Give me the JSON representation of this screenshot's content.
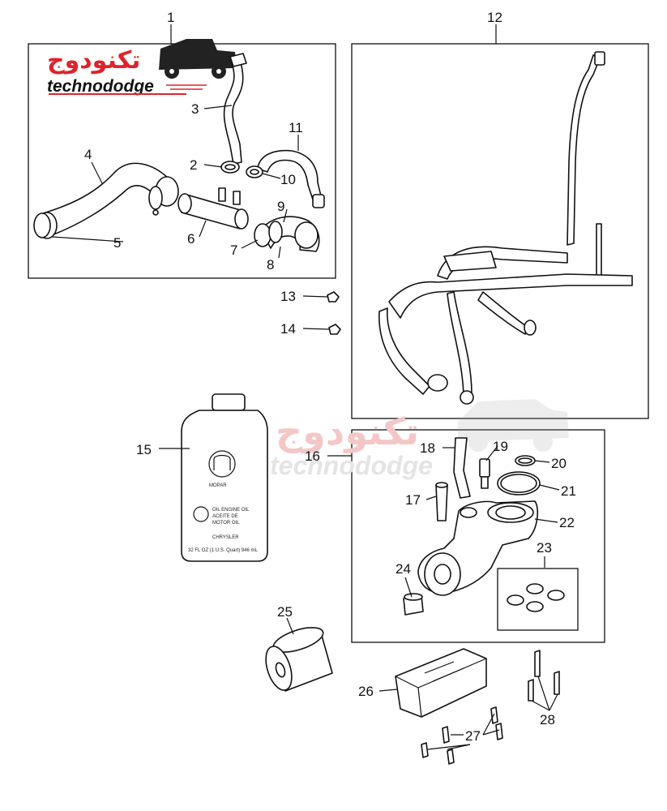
{
  "logo": {
    "arabic": "تكنودوج",
    "latin": "technododge"
  },
  "watermark": {
    "arabic": "تكنودوج",
    "latin": "technododge"
  },
  "bottle": {
    "brand": "MOPAR",
    "label_lines": [
      "OIL ENGINE OIL",
      "ACEITE DE",
      "MOTOR OIL"
    ],
    "volume": "32 FL OZ (1 U.S. Quart) 946 mL",
    "small_text": "CHRYSLER"
  },
  "callouts": [
    "1",
    "2",
    "3",
    "4",
    "5",
    "6",
    "7",
    "8",
    "9",
    "10",
    "11",
    "12",
    "13",
    "14",
    "15",
    "16",
    "17",
    "18",
    "19",
    "20",
    "21",
    "22",
    "23",
    "24",
    "25",
    "26",
    "27",
    "28"
  ]
}
